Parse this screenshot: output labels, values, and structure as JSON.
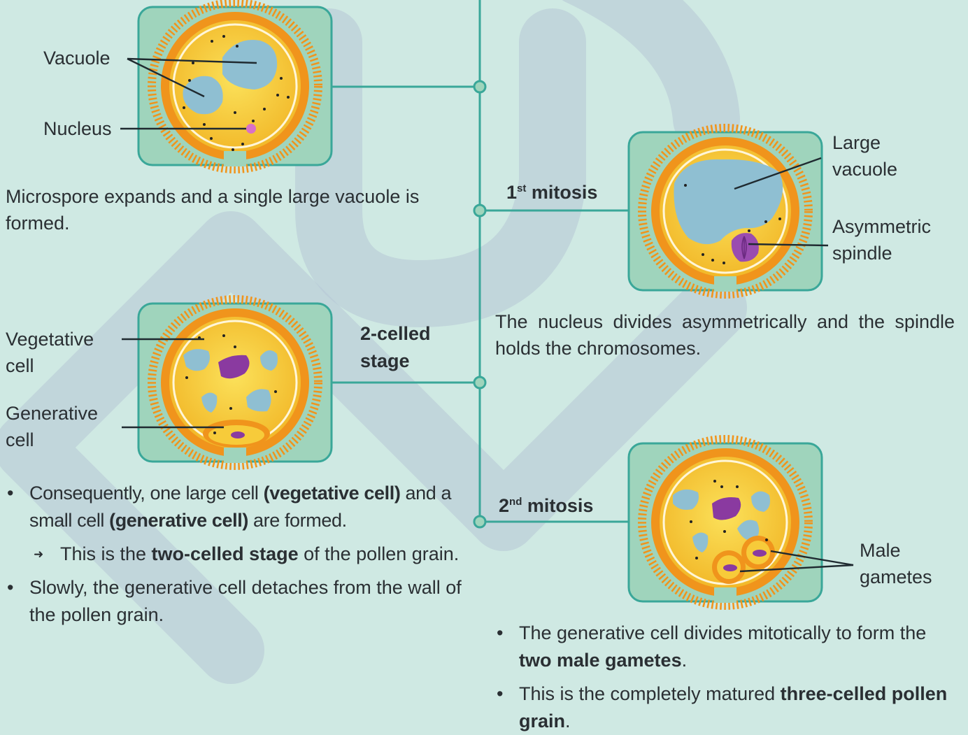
{
  "colors": {
    "background": "#cfe9e3",
    "panel": "#9fd4bc",
    "timeline": "#3aa799",
    "cell_wall": "#f0941c",
    "cytoplasm": "#f7cb3a",
    "vacuole": "#8fbfd2",
    "nucleus": "#8a3aa0"
  },
  "stage1": {
    "labels": {
      "vacuole": "Vacuole",
      "nucleus": "Nucleus"
    },
    "text": "Microspore expands and a single large vacuole is formed."
  },
  "stage2": {
    "step": {
      "num": "1",
      "sup": "st",
      "word": " mitosis"
    },
    "labels": {
      "large1": "Large",
      "large2": "vacuole",
      "asym1": "Asymmetric",
      "asym2": "spindle"
    },
    "text": "The nucleus divides asymmetrically and the spindle holds the chromosomes."
  },
  "stage3": {
    "stage_label": {
      "line1": "2-celled",
      "line2": "stage"
    },
    "labels": {
      "veg1": "Vegetative",
      "veg2": "cell",
      "gen1": "Generative",
      "gen2": "cell"
    },
    "bullet1": {
      "a": "Consequently, one large cell ",
      "b": "(vegetative cell)",
      "c": " and a small cell ",
      "d": "(generative cell)",
      "e": " are formed."
    },
    "sub1": {
      "a": "This is the ",
      "b": "two-celled stage",
      "c": " of the pollen grain."
    },
    "bullet2": "Slowly, the generative cell detaches from the wall of the pollen grain."
  },
  "stage4": {
    "step": {
      "num": "2",
      "sup": "nd",
      "word": " mitosis"
    },
    "labels": {
      "male1": "Male",
      "male2": "gametes"
    },
    "bullet1": {
      "a": "The generative cell divides mitotically to form the ",
      "b": "two male gametes",
      "c": "."
    },
    "bullet2": {
      "a": "This is the completely matured ",
      "b": "three-celled pollen grain",
      "c": "."
    }
  }
}
